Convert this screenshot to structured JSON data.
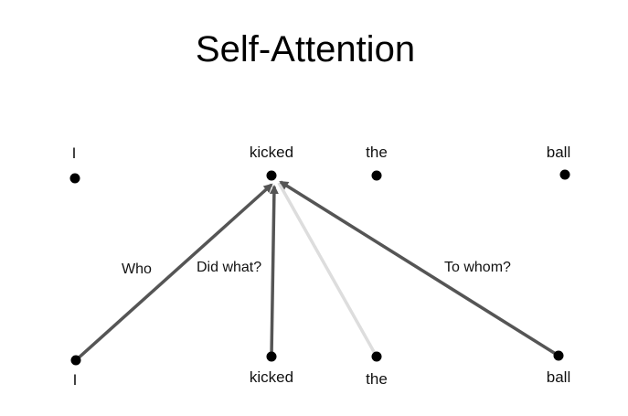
{
  "title": "Self-Attention",
  "top_words": [
    "I",
    "kicked",
    "the",
    "ball"
  ],
  "bottom_words": [
    "I",
    "kicked",
    "the",
    "ball"
  ],
  "edges": [
    {
      "from": "I",
      "label": "Who",
      "shade": "dark"
    },
    {
      "from": "kicked",
      "label": "Did what?",
      "shade": "dark"
    },
    {
      "from": "the",
      "label": "",
      "shade": "light"
    },
    {
      "from": "ball",
      "label": "To whom?",
      "shade": "dark"
    }
  ],
  "target": "kicked",
  "colors": {
    "dark_edge": "#555555",
    "light_edge": "#dddddd",
    "node": "#000000"
  }
}
